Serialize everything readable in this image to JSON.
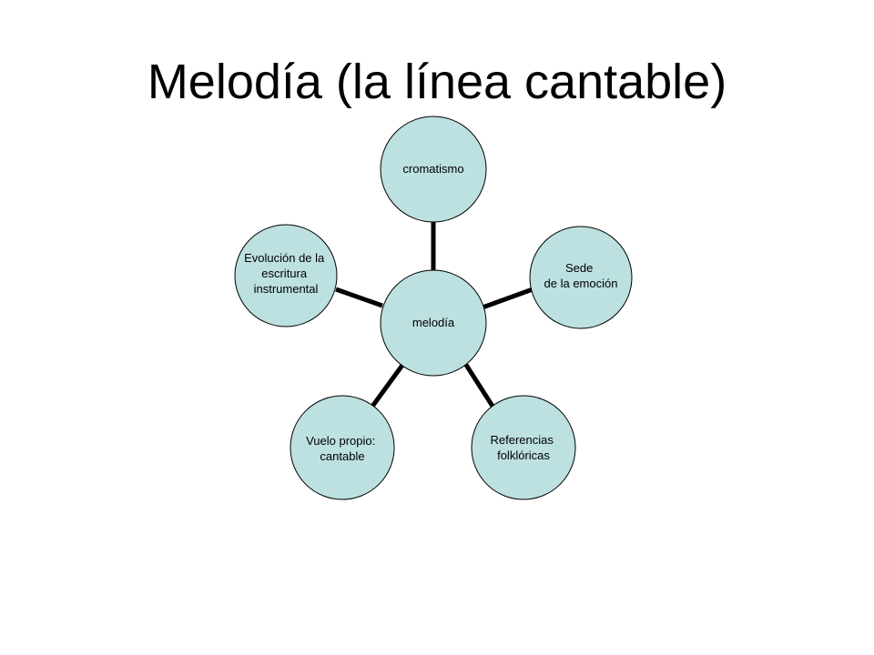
{
  "slide": {
    "title": "Melodía (la línea cantable)"
  },
  "colors": {
    "node_fill": "#bde0e0",
    "node_stroke": "#000000",
    "connector": "#000000"
  },
  "diagram": {
    "type": "radial-cycle",
    "center": {
      "id": "center",
      "lines": [
        "melodía"
      ]
    },
    "nodes": [
      {
        "id": "cromatismo",
        "lines": [
          "cromatismo"
        ]
      },
      {
        "id": "sede",
        "lines": [
          "Sede",
          "de la emoción"
        ]
      },
      {
        "id": "referencias",
        "lines": [
          "Referencias",
          "folklóricas"
        ]
      },
      {
        "id": "vuelo",
        "lines": [
          "Vuelo propio:",
          "cantable"
        ]
      },
      {
        "id": "evolucion",
        "lines": [
          "Evolución de la",
          "escritura",
          "instrumental"
        ]
      }
    ]
  }
}
